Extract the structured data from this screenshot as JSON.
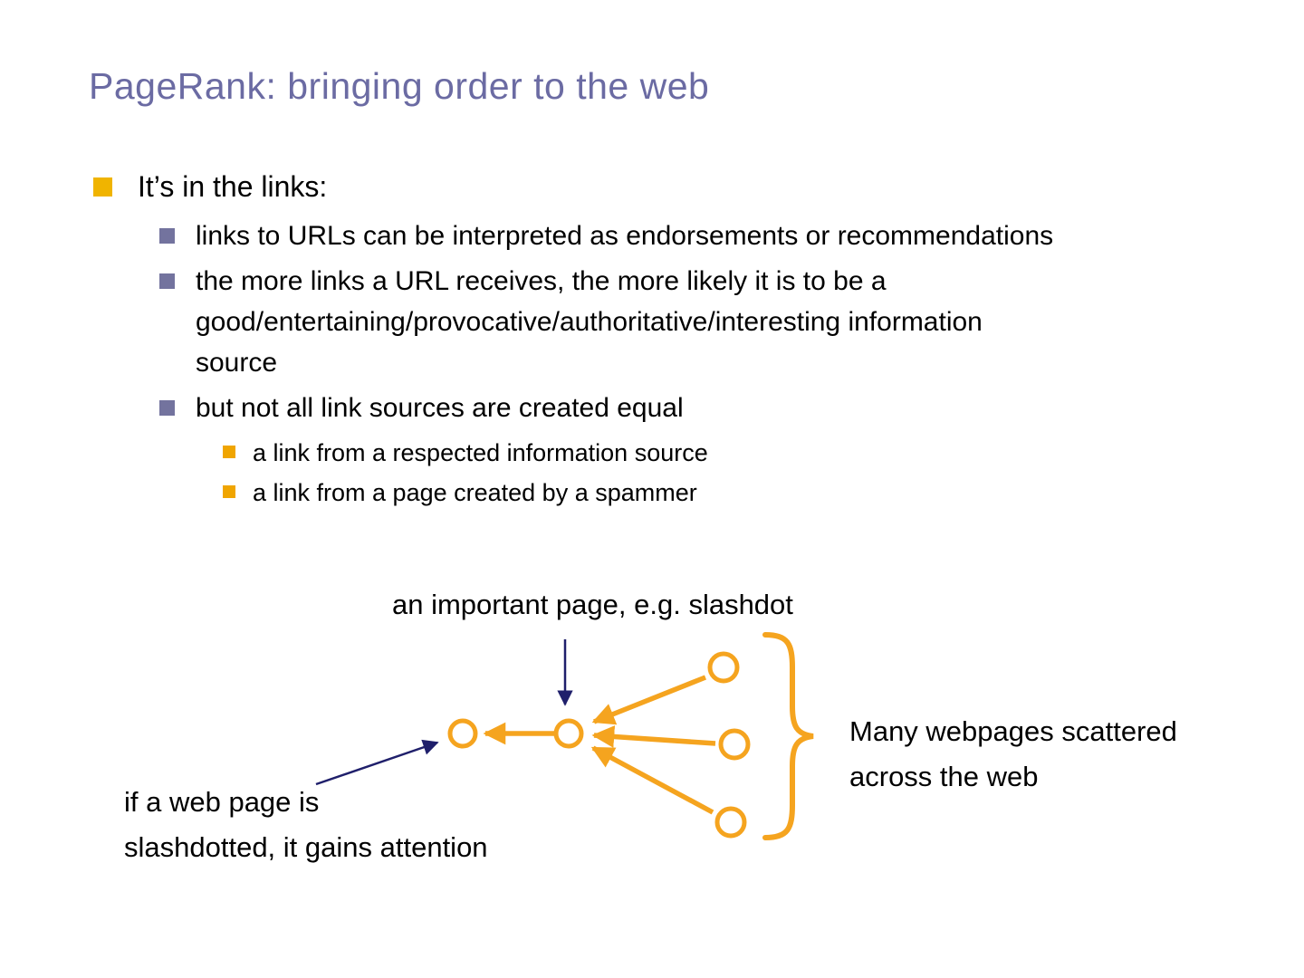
{
  "slide": {
    "title": "PageRank: bringing order to the web",
    "bullets": [
      {
        "level": 1,
        "text": "It’s in the links:"
      },
      {
        "level": 2,
        "text": "links to URLs can be interpreted as endorsements or recommendations"
      },
      {
        "level": 2,
        "text": "the more links a URL receives, the more likely it is to be a\ngood/entertaining/provocative/authoritative/interesting information\nsource"
      },
      {
        "level": 2,
        "text": "but not all link sources are created equal"
      },
      {
        "level": 3,
        "text": "a link from a respected information source"
      },
      {
        "level": 3,
        "text": "a link from a page created by a spammer"
      }
    ],
    "diagram": {
      "important_page_label": "an important page, e.g. slashdot",
      "many_webpages_label": "Many webpages scattered\nacross the web",
      "slashdotted_label": "if a web page is\nslashdotted, it gains attention"
    },
    "colors": {
      "background": "#FFFFFF",
      "title_text": "#6B6BA3",
      "body_text": "#000000",
      "gold_bullet": "#F0B400",
      "gray_bullet": "#73739E",
      "orange_bullet": "#F0A500",
      "diagram_orange": "#F5A41F",
      "arrow_navy": "#1F1F6B"
    }
  }
}
